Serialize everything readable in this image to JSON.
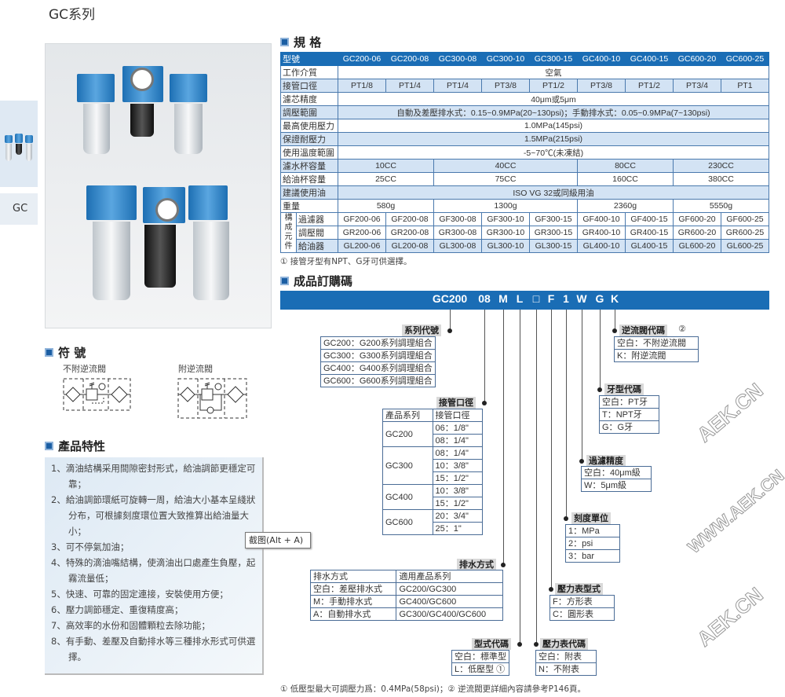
{
  "title": "GC系列",
  "sidebar": {
    "tab": "GC"
  },
  "watermarks": {
    "a": "AEK.CN",
    "b": "WWW.AEK.CN"
  },
  "symbols": {
    "heading": "符 號",
    "without_check": "不附逆流閥",
    "with_check": "附逆流閥"
  },
  "features": {
    "heading": "產品特性",
    "items": [
      "1、滴油結構采用間隙密封形式，給油調節更穩定可靠；",
      "2、給油調節環紙可旋轉一周，給油大小基本呈綫狀分布，可根據刻度環位置大致推算出給油量大小；",
      "3、可不停氣加油；",
      "4、特殊的滴油嘴結構，使滴油出口處產生負壓，起霧流量低；",
      "5、快速、可靠的固定連接，安裝使用方便；",
      "6、壓力調節穩定、重復精度高；",
      "7、高效率的水份和固體顆粒去除功能；",
      "8、有手動、差壓及自動排水等三種排水形式可供選擇。"
    ]
  },
  "tooltip": "截图(Alt + A)",
  "spec": {
    "heading": "規 格",
    "rows": [
      {
        "label": "型號",
        "cells": [
          [
            "GC200-06",
            1
          ],
          [
            "GC200-08",
            1
          ],
          [
            "GC300-08",
            1
          ],
          [
            "GC300-10",
            1
          ],
          [
            "GC300-15",
            1
          ],
          [
            "GC400-10",
            1
          ],
          [
            "GC400-15",
            1
          ],
          [
            "GC600-20",
            1
          ],
          [
            "GC600-25",
            1
          ]
        ]
      },
      {
        "label": "工作介質",
        "cells": [
          [
            "空氣",
            9
          ]
        ]
      },
      {
        "label": "接管口徑",
        "cells": [
          [
            "PT1/8",
            1
          ],
          [
            "PT1/4",
            1
          ],
          [
            "PT1/4",
            1
          ],
          [
            "PT3/8",
            1
          ],
          [
            "PT1/2",
            1
          ],
          [
            "PT3/8",
            1
          ],
          [
            "PT1/2",
            1
          ],
          [
            "PT3/4",
            1
          ],
          [
            "PT1",
            1
          ]
        ]
      },
      {
        "label": "濾芯精度",
        "cells": [
          [
            "40μm或5μm",
            9
          ]
        ]
      },
      {
        "label": "調壓範圍",
        "cells": [
          [
            "自動及差壓排水式：0.15~0.9MPa(20~130psi)；手動排水式：0.05~0.9MPa(7~130psi)",
            9
          ]
        ]
      },
      {
        "label": "最高使用壓力",
        "cells": [
          [
            "1.0MPa(145psi)",
            9
          ]
        ]
      },
      {
        "label": "保證耐壓力",
        "cells": [
          [
            "1.5MPa(215psi)",
            9
          ]
        ]
      },
      {
        "label": "使用溫度範圍",
        "cells": [
          [
            "-5~70℃(未凍結)",
            9
          ]
        ]
      },
      {
        "label": "濾水杯容量",
        "cells": [
          [
            "10CC",
            2
          ],
          [
            "40CC",
            3
          ],
          [
            "80CC",
            2
          ],
          [
            "230CC",
            2
          ]
        ]
      },
      {
        "label": "給油杯容量",
        "cells": [
          [
            "25CC",
            2
          ],
          [
            "75CC",
            3
          ],
          [
            "160CC",
            2
          ],
          [
            "380CC",
            2
          ]
        ]
      },
      {
        "label": "建議使用油",
        "cells": [
          [
            "ISO VG 32或同級用油",
            9
          ]
        ]
      },
      {
        "label": "重量",
        "cells": [
          [
            "580g",
            2
          ],
          [
            "1300g",
            3
          ],
          [
            "2360g",
            2
          ],
          [
            "5550g",
            2
          ]
        ]
      }
    ],
    "component_group": "構成元件",
    "components": [
      {
        "label": "過濾器",
        "cells": [
          "GF200-06",
          "GF200-08",
          "GF300-08",
          "GF300-10",
          "GF300-15",
          "GF400-10",
          "GF400-15",
          "GF600-20",
          "GF600-25"
        ]
      },
      {
        "label": "調壓閥",
        "cells": [
          "GR200-06",
          "GR200-08",
          "GR300-08",
          "GR300-10",
          "GR300-15",
          "GR400-10",
          "GR400-15",
          "GR600-20",
          "GR600-25"
        ]
      },
      {
        "label": "給油器",
        "cells": [
          "GL200-06",
          "GL200-08",
          "GL300-08",
          "GL300-10",
          "GL300-15",
          "GL400-10",
          "GL400-15",
          "GL600-20",
          "GL600-25"
        ]
      }
    ],
    "note": "① 接管牙型有NPT、G牙可供選擇。"
  },
  "order": {
    "heading": "成品訂購碼",
    "code": [
      "GC200",
      "08",
      "M",
      "L",
      "□",
      "F",
      "1",
      "W",
      "G",
      "K"
    ],
    "series": {
      "label": "系列代號",
      "items": [
        "GC200：G200系列調理組合",
        "GC300：G300系列調理組合",
        "GC400：G400系列調理組合",
        "GC600：G600系列調理組合"
      ]
    },
    "port": {
      "label": "接管口徑",
      "head": [
        "產品系列",
        "接管口徑"
      ],
      "groups": [
        {
          "series": "GC200",
          "sizes": [
            "06：1/8\"",
            "08：1/4\""
          ]
        },
        {
          "series": "GC300",
          "sizes": [
            "08：1/4\"",
            "10：3/8\"",
            "15：1/2\""
          ]
        },
        {
          "series": "GC400",
          "sizes": [
            "10：3/8\"",
            "15：1/2\""
          ]
        },
        {
          "series": "GC600",
          "sizes": [
            "20：3/4\"",
            "25：1\""
          ]
        }
      ]
    },
    "drain": {
      "label": "排水方式",
      "head": [
        "排水方式",
        "適用產品系列"
      ],
      "rows": [
        [
          "空白：差壓排水式",
          "GC200/GC300"
        ],
        [
          "M：手動排水式",
          "GC400/GC600"
        ],
        [
          "A：自動排水式",
          "GC300/GC400/GC600"
        ]
      ]
    },
    "type": {
      "label": "型式代碼",
      "items": [
        "空白：標準型",
        "L：低壓型 ①"
      ]
    },
    "gauge": {
      "label": "壓力表代碼",
      "items": [
        "空白：附表",
        "N：不附表"
      ]
    },
    "gauge_type": {
      "label": "壓力表型式",
      "items": [
        "F：方形表",
        "C：圓形表"
      ]
    },
    "unit": {
      "label": "刻度單位",
      "items": [
        "1：MPa",
        "2：psi",
        "3：bar"
      ]
    },
    "filter": {
      "label": "過濾精度",
      "items": [
        "空白：40μm級",
        "W：5μm級"
      ]
    },
    "thread": {
      "label": "牙型代碼",
      "items": [
        "空白：PT牙",
        "T：NPT牙",
        "G：G牙"
      ]
    },
    "check": {
      "label": "逆流閥代碼",
      "mark": "②",
      "items": [
        "空白：不附逆流閥",
        "K：附逆流閥"
      ]
    },
    "footnote": "① 低壓型最大可調壓力爲：0.4MPa(58psi)；② 逆流閥更詳細內容請參考P146頁。"
  }
}
